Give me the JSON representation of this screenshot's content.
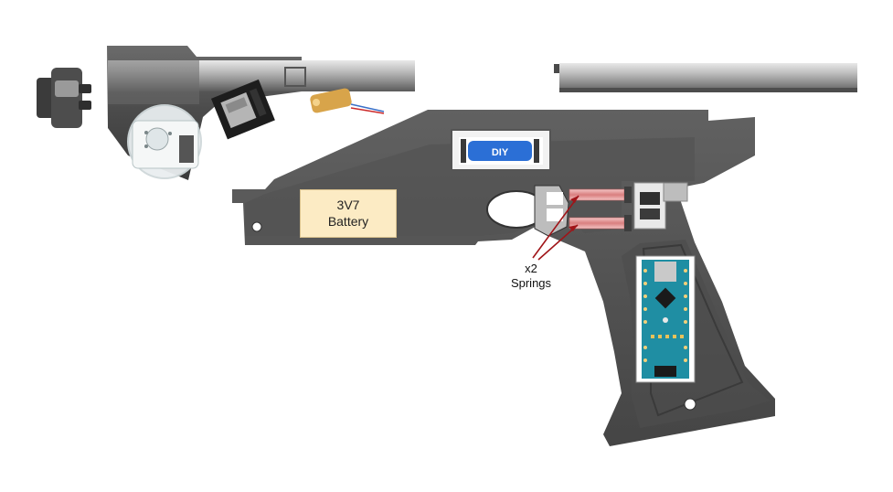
{
  "labels": {
    "battery_line1": "3V7",
    "battery_line2": "Battery",
    "springs_line1": "x2",
    "springs_line2": "Springs"
  },
  "components": {
    "oled_text": "DIY",
    "arduino_board": "arduino-nano-icon",
    "sd_module": "sd-card-module-icon",
    "laser": "laser-diode-icon",
    "speaker": "speaker-icon",
    "switch": "microswitch-icon"
  },
  "colors": {
    "frame_dark": "#4a4a4a",
    "frame_mid": "#5c5c5c",
    "barrel_light": "#bdbdbd",
    "battery_fill": "#fcebc4",
    "arduino_blue": "#1f8ea3",
    "spring_red": "#a01418",
    "oled_blue": "#2b6fd6"
  }
}
